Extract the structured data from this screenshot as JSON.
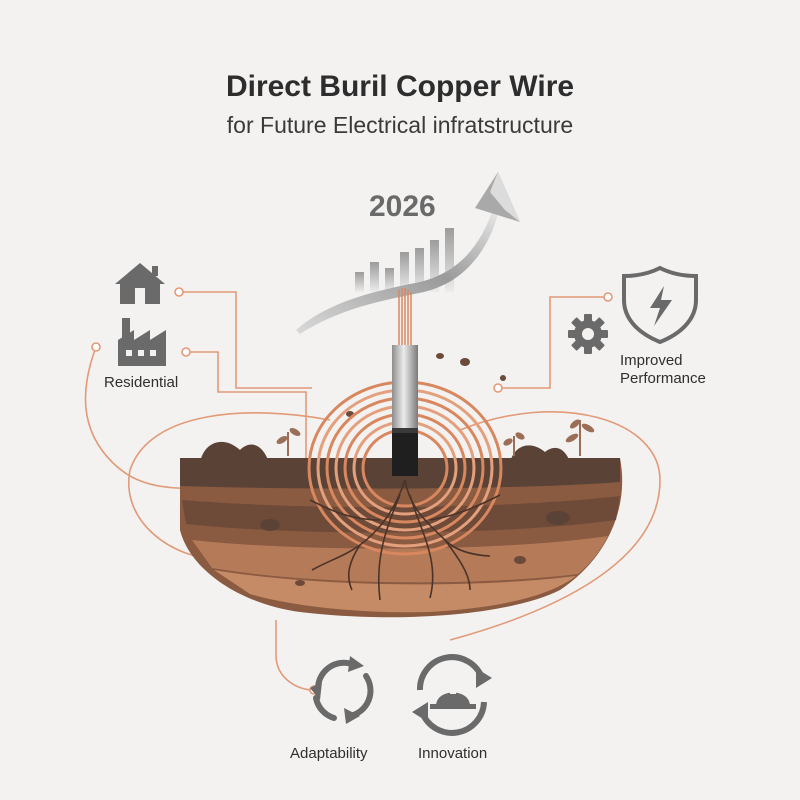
{
  "header": {
    "title": "Direct Buril Copper Wire",
    "subtitle": "for Future Electrical infratstructure"
  },
  "year_label": "2026",
  "labels": {
    "residential": "Residential",
    "improved_performance": [
      "Improved",
      "Performance"
    ],
    "adaptability": "Adaptability",
    "innovation": "Innovation"
  },
  "colors": {
    "copper": "#d8875f",
    "connector": "#e29a78",
    "soil_dark": "#5a4336",
    "soil_mid": "#8a5a41",
    "soil_light": "#b57a58",
    "icon_gray": "#6a6a6a"
  },
  "icons": [
    "house-icon",
    "factory-icon",
    "shield-lightning-icon",
    "gear-icon",
    "recycle-arrows-icon",
    "hardhat-cycle-icon",
    "rising-arrow-icon",
    "bar-chart-icon"
  ]
}
